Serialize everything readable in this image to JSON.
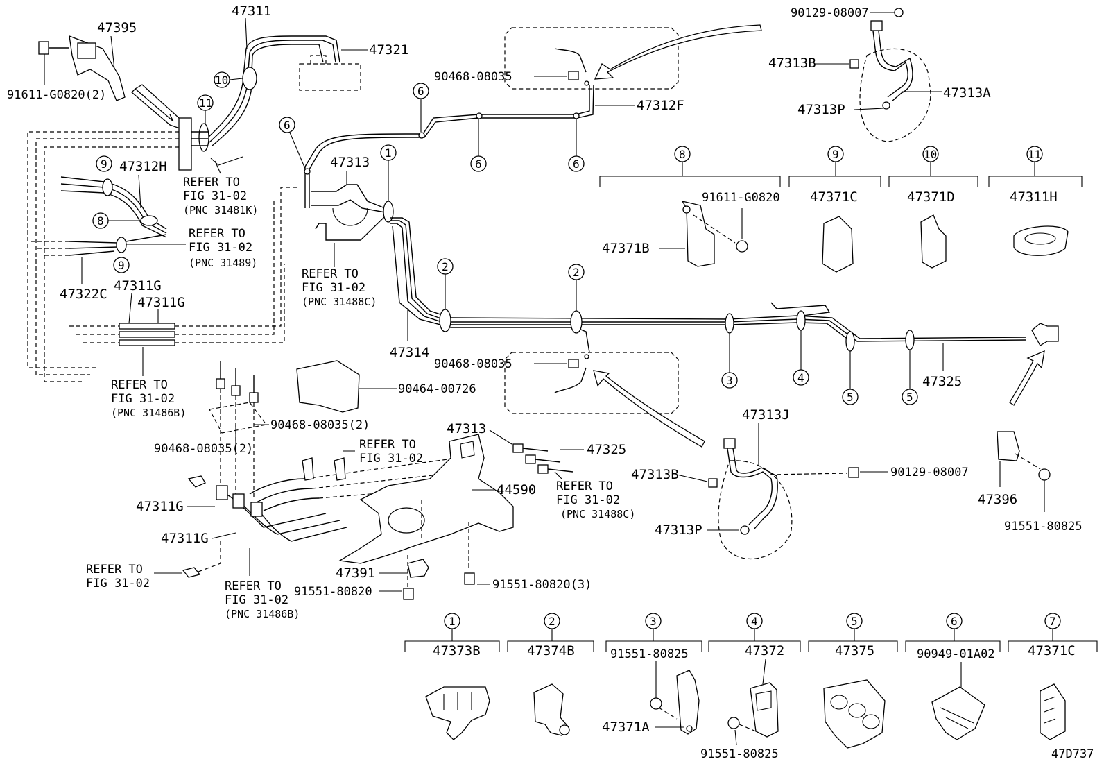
{
  "labels": {
    "p47395": "47395",
    "p47311_top": "47311",
    "p47321": "47321",
    "p91611_2": "91611-G0820(2)",
    "p47312h": "47312H",
    "p47312f": "47312F",
    "p47313_mid": "47313",
    "p47314": "47314",
    "p47322c": "47322C",
    "p47311g_a": "47311G",
    "p47311g_b": "47311G",
    "p47311g_c": "47311G",
    "p47311g_d": "47311G",
    "p90468_a": "90468-08035",
    "p90468_b": "90468-08035",
    "p90468_c": "90468-08035(2)",
    "p90468_d": "90468-08035(2)",
    "p90464": "90464-00726",
    "p90129_a": "90129-08007",
    "p90129_b": "90129-08007",
    "p47313b_a": "47313B",
    "p47313b_b": "47313B",
    "p47313a": "47313A",
    "p47313p_a": "47313P",
    "p47313p_b": "47313P",
    "p47313j": "47313J",
    "p47313_low": "47313",
    "p47325_low": "47325",
    "p47325_mid": "47325",
    "p44590": "44590",
    "p47391": "47391",
    "p91551_80820": "91551-80820",
    "p91551_80820_3": "91551-80820(3)",
    "p47396": "47396",
    "p91551_80825": "91551-80825",
    "p91611_g0820": "91611-G0820",
    "p47371b": "47371B",
    "p47371c_9": "47371C",
    "p47371d": "47371D",
    "p47311h": "47311H",
    "p47373b": "47373B",
    "p47374b": "47374B",
    "p91551_80825_3": "91551-80825",
    "p47371a": "47371A",
    "p47372": "47372",
    "p91551_80825_4": "91551-80825",
    "p47375": "47375",
    "p90949": "90949-01A02",
    "p47371c_7": "47371C",
    "drawing_code": "47D737"
  },
  "refer": {
    "r1_a": "REFER TO",
    "r1_b": "FIG 31-02",
    "r1_c": "(PNC 31481K)",
    "r2_a": "REFER TO",
    "r2_b": "FIG 31-02",
    "r2_c": "(PNC 31489)",
    "r3_a": "REFER TO",
    "r3_b": "FIG 31-02",
    "r3_c": "(PNC 31488C)",
    "r4_a": "REFER TO",
    "r4_b": "FIG 31-02",
    "r4_c": "(PNC 31486B)",
    "r5_a": "REFER TO",
    "r5_b": "FIG 31-02",
    "r6_a": "REFER TO",
    "r6_b": "FIG 31-02",
    "r6_c": "(PNC 31488C)",
    "r7_a": "REFER TO",
    "r7_b": "FIG 31-02",
    "r8_a": "REFER TO",
    "r8_b": "FIG 31-02",
    "r8_c": "(PNC 31486B)"
  },
  "callouts": {
    "c1": "1",
    "c2": "2",
    "c3": "3",
    "c4": "4",
    "c5": "5",
    "c6": "6",
    "c7": "7",
    "c8": "8",
    "c9": "9",
    "c10": "10",
    "c11": "11"
  }
}
